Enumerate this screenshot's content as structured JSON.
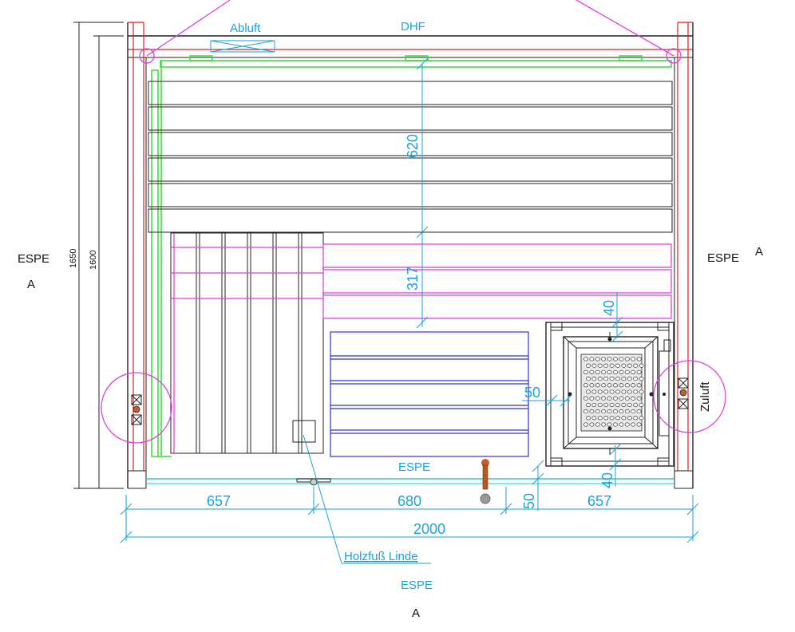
{
  "labels": {
    "top_left_vent": "Abluft",
    "top_center": "DHF",
    "left_wood": "ESPE",
    "left_section": "A",
    "right_wood": "ESPE",
    "right_section": "A",
    "intake_vent": "Zuluft",
    "bench_wood": "ESPE",
    "bottom_wood": "ESPE",
    "bottom_section": "A",
    "leg_note": "Holzfuß Linde"
  },
  "dimensions": {
    "outer_height": "1650",
    "inner_height": "1600",
    "upper_bench_depth": "620",
    "lower_bench_depth": "317",
    "heater_top_gap": "40",
    "heater_side_gap": "50",
    "heater_bottom_gap": "40",
    "door_gap": "50",
    "width_left": "657",
    "width_center": "680",
    "width_right": "657",
    "width_total": "2000"
  },
  "colors": {
    "outline": "#222222",
    "wall": "#e02020",
    "batten": "#33dd33",
    "vent_marker": "#e040e0",
    "lower_bench": "#3333cc",
    "dimension": "#1aa3d9"
  }
}
